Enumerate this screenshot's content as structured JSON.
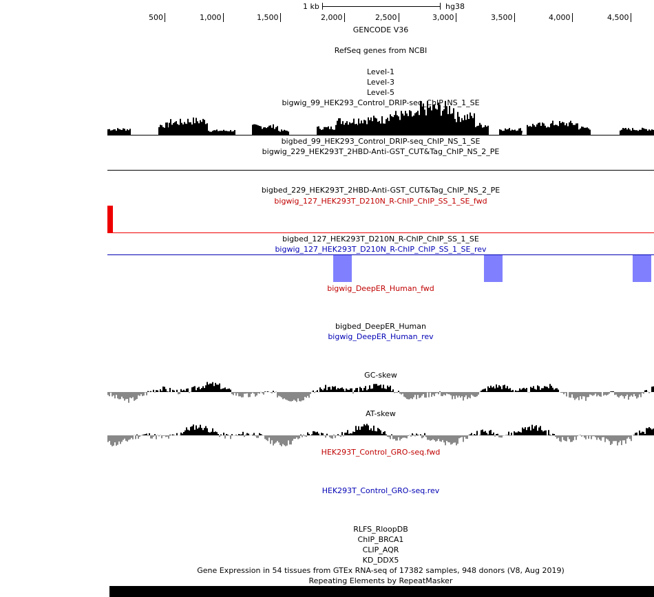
{
  "ruler": {
    "scale_label": "1 kb",
    "assembly": "hg38",
    "ticks": [
      "500",
      "1,000",
      "1,500",
      "2,000",
      "2,500",
      "3,000",
      "3,500",
      "4,000",
      "4,500"
    ]
  },
  "tracks": {
    "gencode": "GENCODE V36",
    "refseq": "RefSeq genes from NCBI",
    "level1": "Level-1",
    "level3": "Level-3",
    "level5": "Level-5",
    "bw99": "bigwig_99_HEK293_Control_DRIP-seq_ChIP_NS_1_SE",
    "bb99": "bigbed_99_HEK293_Control_DRIP-seq_ChIP_NS_1_SE",
    "bw229": "bigwig_229_HEK293T_2HBD-Anti-GST_CUT&Tag_ChIP_NS_2_PE",
    "bb229": "bigbed_229_HEK293T_2HBD-Anti-GST_CUT&Tag_ChIP_NS_2_PE",
    "bw127fwd": "bigwig_127_HEK293T_D210N_R-ChIP_ChIP_SS_1_SE_fwd",
    "bb127": "bigbed_127_HEK293T_D210N_R-ChIP_ChIP_SS_1_SE",
    "bw127rev": "bigwig_127_HEK293T_D210N_R-ChIP_ChIP_SS_1_SE_rev",
    "deeper_fwd": "bigwig_DeepER_Human_fwd",
    "deeper_bb": "bigbed_DeepER_Human",
    "deeper_rev": "bigwig_DeepER_Human_rev",
    "gcskew": "GC-skew",
    "atskew": "AT-skew",
    "gro_fwd": "HEK293T_Control_GRO-seq.fwd",
    "gro_rev": "HEK293T_Control_GRO-seq.rev",
    "rlfs": "RLFS_RloopDB",
    "brca1": "ChIP_BRCA1",
    "aqr": "CLIP_AQR",
    "ddx5": "KD_DDX5",
    "gtex": "Gene Expression in 54 tissues from GTEx RNA-seq of 17382 samples, 948 donors (V8, Aug 2019)",
    "repeatmasker": "Repeating Elements by RepeatMasker"
  },
  "colors": {
    "black": "#000000",
    "fwd_red": "#ee0000",
    "rev_blue": "#0000b4",
    "rev_fill": "#8080ff",
    "skew_gray": "#888888"
  }
}
